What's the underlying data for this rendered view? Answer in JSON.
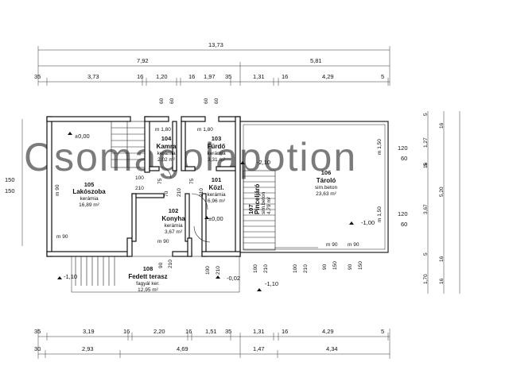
{
  "watermark": "Csomagolapotion",
  "dims_top": {
    "total": "13,73",
    "row2": [
      "7,92",
      "5,81"
    ],
    "row3": [
      "35",
      "3,73",
      "16",
      "1,20",
      "16",
      "1,97",
      "35",
      "1,31",
      "16",
      "4,29",
      "5"
    ]
  },
  "dims_bottom": {
    "row1": [
      "35",
      "3,19",
      "16",
      "2,20",
      "16",
      "1,51",
      "35",
      "1,31",
      "16",
      "4,29",
      "5"
    ],
    "row2": [
      "30",
      "2,93",
      "4,69",
      "1,47",
      "4,34"
    ]
  },
  "dims_left": [
    "150",
    "150"
  ],
  "dims_right": {
    "outer": [
      "5",
      "1,27",
      "16",
      "5",
      "16",
      "3,67",
      "5,20",
      "5",
      "16",
      "1,70",
      "16"
    ],
    "inner": [
      "120",
      "60",
      "120",
      "60"
    ]
  },
  "openings": {
    "top_60": [
      "60",
      "60",
      "60",
      "60"
    ],
    "m180": [
      "m 1,80",
      "m 1,80"
    ],
    "m150": [
      "m 1,50",
      "m 1,50"
    ],
    "m90": [
      "m 90",
      "m 90",
      "m 90",
      "m 90"
    ],
    "misc": [
      "100",
      "210",
      "75",
      "210",
      "70",
      "210",
      "75",
      "210",
      "90",
      "210",
      "90",
      "210",
      "100",
      "210",
      "100",
      "210",
      "100",
      "210",
      "90",
      "150",
      "90",
      "150"
    ]
  },
  "rooms": [
    {
      "num": "105",
      "name": "Lakószoba",
      "mat": "kerámia",
      "area": "16,89 m²"
    },
    {
      "num": "104",
      "name": "Kamra",
      "mat": "kerámia",
      "area": "2,02 m²"
    },
    {
      "num": "103",
      "name": "Fürdő",
      "mat": "kerámia",
      "area": "3,31 m²"
    },
    {
      "num": "106",
      "name": "Tároló",
      "mat": "sim.beton",
      "area": "23,63 m²"
    },
    {
      "num": "101",
      "name": "Közl.",
      "mat": "kerámia",
      "area": "6,96 m²"
    },
    {
      "num": "102",
      "name": "Konyha",
      "mat": "kerámia",
      "area": "3,67 m²"
    },
    {
      "num": "107",
      "name": "Pinceljáró",
      "mat": "sim.beton",
      "area": "4,79 m²"
    },
    {
      "num": "108",
      "name": "Fedett terasz",
      "mat": "fagyál ker.",
      "area": "12,95 m²"
    }
  ],
  "levels": [
    "±0,00",
    "-2,10",
    "±0,00",
    "-1,00",
    "-1,10",
    "-0,02",
    "-1,10"
  ]
}
